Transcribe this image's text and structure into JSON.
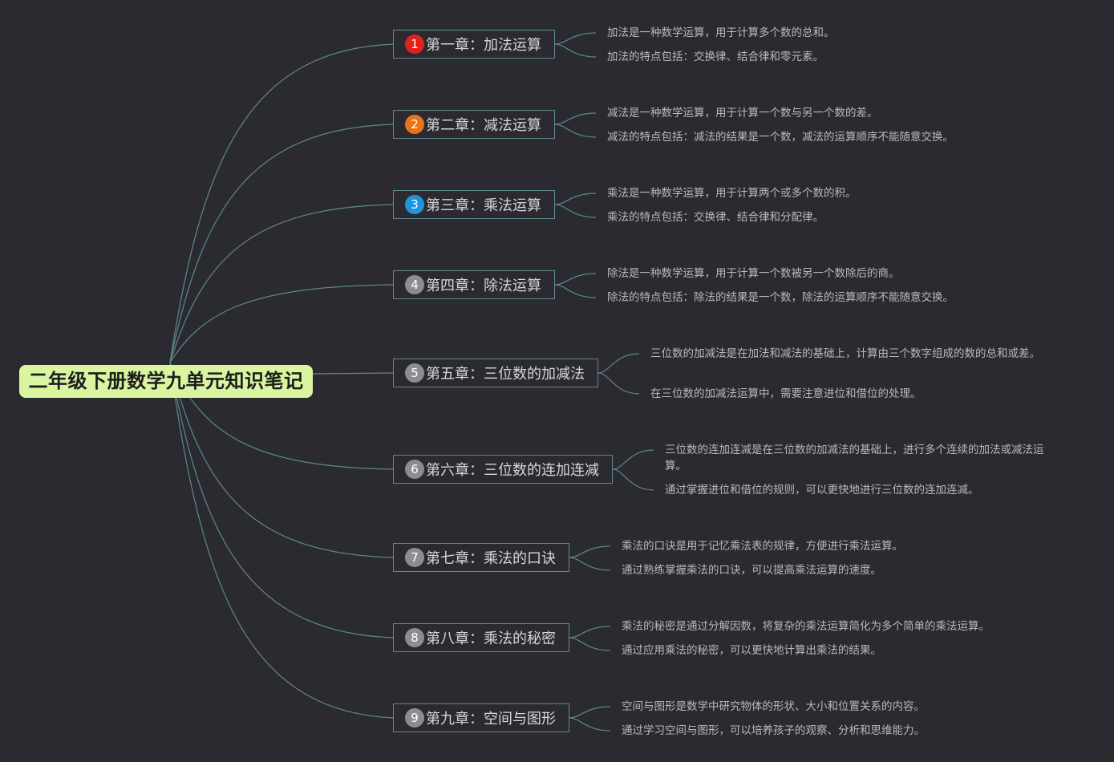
{
  "root": {
    "title": "二年级下册数学九单元知识笔记"
  },
  "colors": {
    "line": "#5b8a8c",
    "root_bg": "#d9f5a0",
    "badge_red": "#e0231a",
    "badge_orange": "#e8741a",
    "badge_blue": "#1f95e0",
    "badge_gray": "#8d8d91"
  },
  "chapters": [
    {
      "num": "1",
      "label": "第一章：加法运算",
      "badge_color": "#e0231a",
      "notes": [
        "加法是一种数学运算，用于计算多个数的总和。",
        "加法的特点包括：交换律、结合律和零元素。"
      ]
    },
    {
      "num": "2",
      "label": "第二章：减法运算",
      "badge_color": "#e8741a",
      "notes": [
        "减法是一种数学运算，用于计算一个数与另一个数的差。",
        "减法的特点包括：减法的结果是一个数，减法的运算顺序不能随意交换。"
      ]
    },
    {
      "num": "3",
      "label": "第三章：乘法运算",
      "badge_color": "#1f95e0",
      "notes": [
        "乘法是一种数学运算，用于计算两个或多个数的积。",
        "乘法的特点包括：交换律、结合律和分配律。"
      ]
    },
    {
      "num": "4",
      "label": "第四章：除法运算",
      "badge_color": "#8d8d91",
      "notes": [
        "除法是一种数学运算，用于计算一个数被另一个数除后的商。",
        "除法的特点包括：除法的结果是一个数，除法的运算顺序不能随意交换。"
      ]
    },
    {
      "num": "5",
      "label": "第五章：三位数的加减法",
      "badge_color": "#8d8d91",
      "notes": [
        "三位数的加减法是在加法和减法的基础上，计算由三个数字组成的数的总和或差。",
        "在三位数的加减法运算中，需要注意进位和借位的处理。"
      ]
    },
    {
      "num": "6",
      "label": "第六章：三位数的连加连减",
      "badge_color": "#8d8d91",
      "notes": [
        "三位数的连加连减是在三位数的加减法的基础上，进行多个连续的加法或减法运算。",
        "通过掌握进位和借位的规则，可以更快地进行三位数的连加连减。"
      ]
    },
    {
      "num": "7",
      "label": "第七章：乘法的口诀",
      "badge_color": "#8d8d91",
      "notes": [
        "乘法的口诀是用于记忆乘法表的规律，方便进行乘法运算。",
        "通过熟练掌握乘法的口诀，可以提高乘法运算的速度。"
      ]
    },
    {
      "num": "8",
      "label": "第八章：乘法的秘密",
      "badge_color": "#8d8d91",
      "notes": [
        "乘法的秘密是通过分解因数，将复杂的乘法运算简化为多个简单的乘法运算。",
        "通过应用乘法的秘密，可以更快地计算出乘法的结果。"
      ]
    },
    {
      "num": "9",
      "label": "第九章：空间与图形",
      "badge_color": "#8d8d91",
      "notes": [
        "空间与图形是数学中研究物体的形状、大小和位置关系的内容。",
        "通过学习空间与图形，可以培养孩子的观察、分析和思维能力。"
      ]
    }
  ]
}
